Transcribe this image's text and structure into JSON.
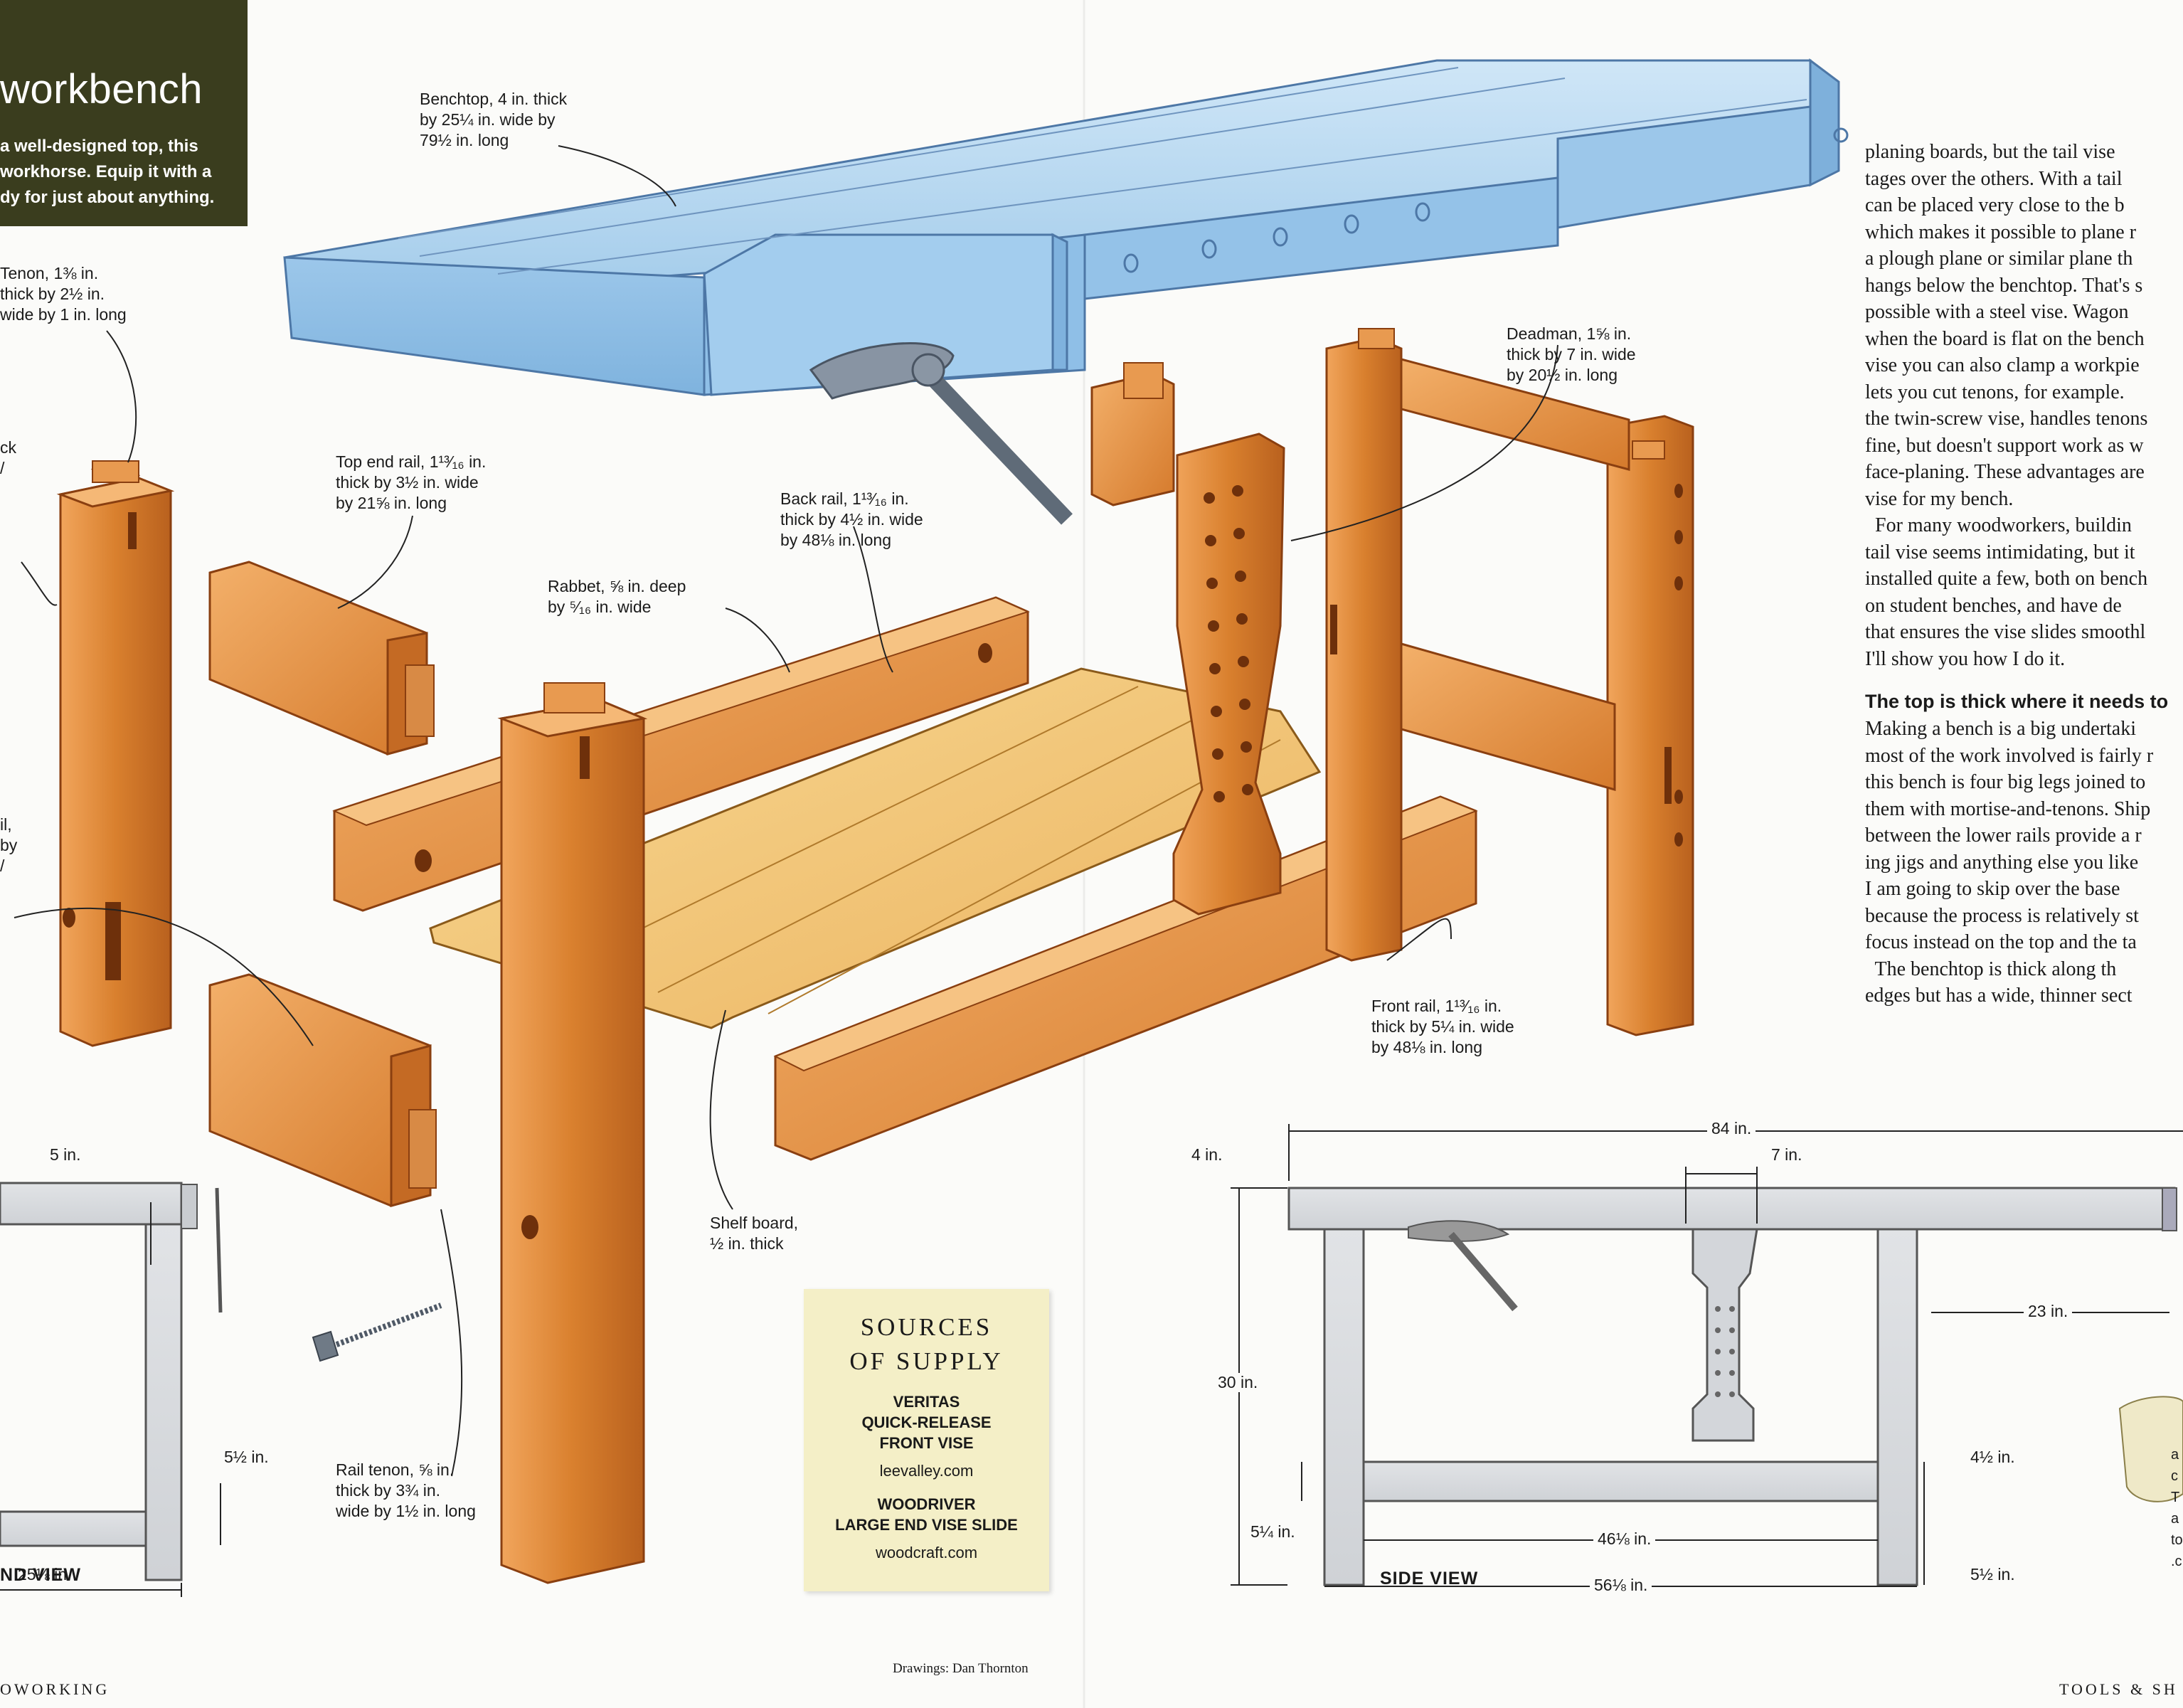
{
  "header": {
    "title": "workbench",
    "intro": "a well-designed top, this\nworkhorse. Equip it with a\ndy for just about anything."
  },
  "callouts": {
    "benchtop": "Benchtop, 4 in. thick\nby 25¼ in. wide by\n79½ in. long",
    "tenon": "Tenon, 1⅜ in.\nthick by 2½ in.\nwide by 1 in. long",
    "top_end_rail": "Top end rail, 1¹³⁄₁₆ in.\nthick by 3½ in. wide\nby 21⅝ in. long",
    "back_rail": "Back rail, 1¹³⁄₁₆ in.\nthick by 4½ in. wide\nby 48⅛ in. long",
    "rabbet": "Rabbet, ⅝ in. deep\nby ⁵⁄₁₆ in. wide",
    "deadman": "Deadman, 1⅝ in.\nthick by 7 in. wide\nby 20½ in. long",
    "front_rail": "Front rail, 1¹³⁄₁₆ in.\nthick by 5¼ in. wide\nby 48⅛ in. long",
    "shelf_board": "Shelf board,\n½ in. thick",
    "rail_tenon": "Rail tenon, ⅝ in.\nthick by 3¾ in.\nwide by 1½ in. long",
    "cut_ck": "ck\n/",
    "cut_il": "il,\nby\n/"
  },
  "end_view": {
    "label": "ND VIEW",
    "dims": {
      "top": "5 in.",
      "rail": "5½ in.",
      "width": "25⅛ in."
    }
  },
  "side_view": {
    "label": "SIDE VIEW",
    "dims": {
      "length": "84 in.",
      "thickness": "4 in.",
      "deadman_width": "7 in.",
      "height": "30 in.",
      "vise": "23 in.",
      "rail_upper": "4½ in.",
      "rail_lower": "5¼ in.",
      "inner": "46⅛ in.",
      "outer": "56⅛ in.",
      "rail_right": "5½ in."
    }
  },
  "sources": {
    "title": "SOURCES\nOF SUPPLY",
    "items": [
      {
        "name": "VERITAS\nQUICK-RELEASE\nFRONT VISE",
        "url": "leevalley.com"
      },
      {
        "name": "WOODRIVER\nLARGE END VISE SLIDE",
        "url": "woodcraft.com"
      }
    ]
  },
  "article": {
    "para1": "planing boards, but the tail vise\ntages over the others. With a tail\ncan be placed very close to the b\nwhich makes it possible to plane r\na plough plane or similar plane th\nhangs below the benchtop. That's s\npossible with a steel vise. Wagon\nwhen the board is flat on the bench\nvise you can also clamp a workpie\nlets you cut tenons, for example.\nthe twin-screw vise, handles tenons\nfine, but doesn't support work as w\nface-planing. These advantages are\nvise for my bench.",
    "para2": "  For many woodworkers, buildin\ntail vise seems intimidating, but it\ninstalled quite a few, both on bench\non student benches, and have de\nthat ensures the vise slides smoothl\nI'll show you how I do it.",
    "heading": "The top is thick where it needs to",
    "para3": "Making a bench is a big undertaki\nmost of the work involved is fairly r\nthis bench is four big legs joined to\nthem with mortise-and-tenons. Ship\nbetween the lower rails provide a r\ning jigs and anything else you like\nI am going to skip over the base\nbecause the process is relatively st\nfocus instead on the top and the ta\n  The benchtop is thick along th\nedges but has a wide, thinner sect"
  },
  "margin_note": "a\nc\nT\na\nto\n.c",
  "footer": {
    "left": "OWORKING",
    "credit": "Drawings: Dan Thornton",
    "right": "TOOLS & SH"
  },
  "colors": {
    "wood": "#d9843a",
    "wood_light": "#f0c070",
    "top_blue": "#a9d0ee",
    "view_gray": "#d7d9dc",
    "title_bg": "#3a3d1e",
    "sources_bg": "#f4efc7"
  }
}
